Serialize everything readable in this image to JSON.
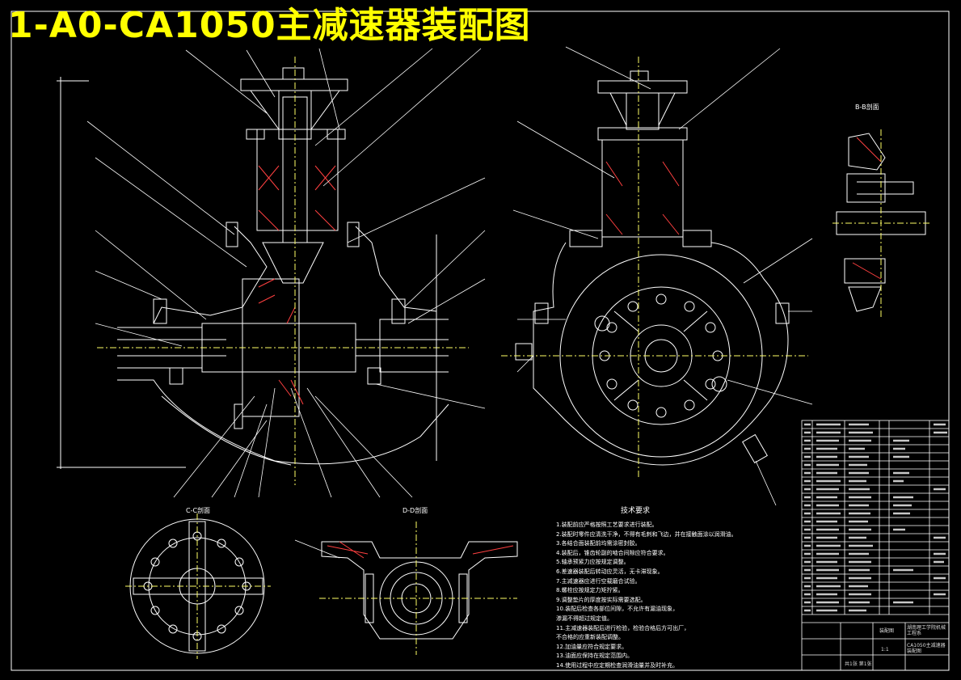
{
  "title": "1-A0-CA1050主减速器装配图",
  "views": {
    "section_b": "B-B剖面",
    "section_c": "C-C剖面",
    "section_d": "D-D剖面"
  },
  "tech_requirements": {
    "heading": "技术要求",
    "items": [
      "1.装配前应严格按照工艺要求进行装配。",
      "2.装配时零件应清洗干净，不得有毛刺和飞边，并在接触面涂以润滑油。",
      "3.各结合面装配前均需涂密封胶。",
      "4.装配后，锥齿轮副的啮合间隙应符合要求。",
      "5.轴承预紧力应按规定调整。",
      "6.差速器装配后转动应灵活，无卡滞现象。",
      "7.主减速器应进行空载磨合试验。",
      "8.螺栓应按规定力矩拧紧。",
      "9.调整垫片的厚度按实际需要选配。",
      "10.装配后检查各部位间隙，不允许有漏油现象，",
      "   渗漏不得超过规定值。",
      "11.主减速器装配后进行检验，检验合格后方可出厂，",
      "   不合格的应重新装配调整。",
      "12.加油量应符合规定要求。",
      "13.油面应保持在规定范围内。",
      "14.使用过程中应定期检查润滑油量并及时补充。"
    ]
  },
  "title_block": {
    "drawing_name": "装配图",
    "school": "湖南理工学院机械工程系",
    "part_name": "CA1050主减速器装配图",
    "scale": "1:1",
    "sheet": "共1张 第1张"
  }
}
